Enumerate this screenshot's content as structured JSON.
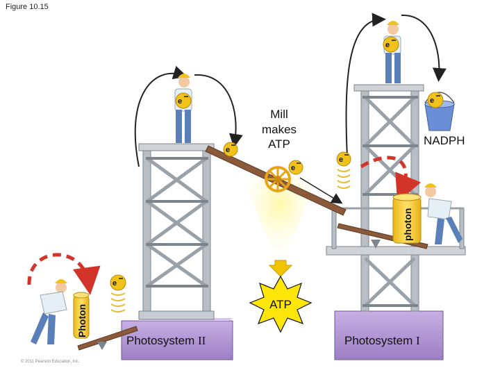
{
  "figure_label": "Figure 10.15",
  "labels": {
    "mill": [
      "Mill",
      "makes",
      "ATP"
    ],
    "nadph": "NADPH",
    "atp": "ATP",
    "photon": "Photon",
    "photon_lower": "photon",
    "ps2_text": "Photosystem ",
    "ps2_numeral": "II",
    "ps1_text": "Photosystem ",
    "ps1_numeral": "I",
    "electron": "e",
    "copyright": "© 2011 Pearson Education, Inc."
  },
  "colors": {
    "tower": "#b9bec4",
    "tower_edge": "#7d858c",
    "base_purple": "#b79bd6",
    "electron": "#f1c21b",
    "photon_can": "#f6cf2e",
    "arrow_red": "#d3342a",
    "atp_burst": "#ffe60a",
    "ramp_brown": "#8a5a3a"
  }
}
